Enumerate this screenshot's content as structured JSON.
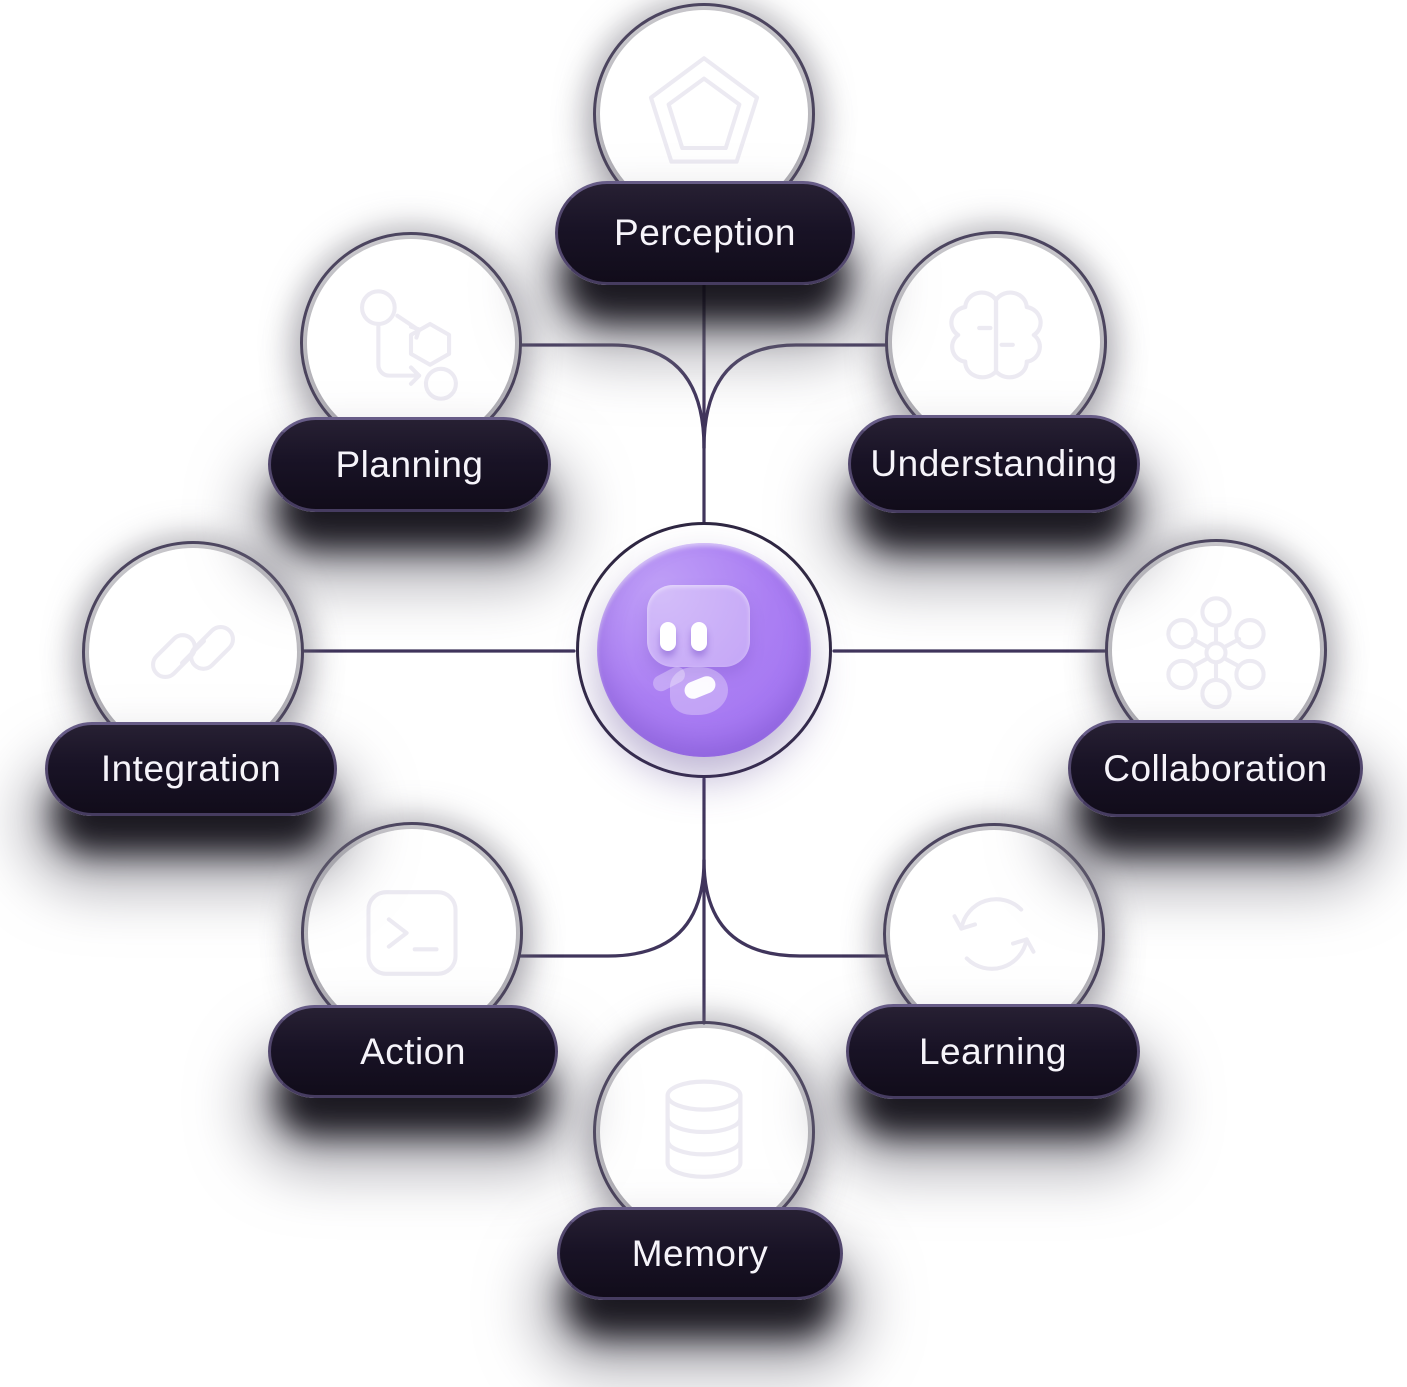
{
  "diagram": {
    "type": "radial-capability-map",
    "center": {
      "name": "ai-agent-hub",
      "icon": "robot-chat-icon",
      "accent_color": "#a87df3"
    },
    "nodes": [
      {
        "id": "perception",
        "label": "Perception",
        "icon": "pentagon-icon",
        "position": "top"
      },
      {
        "id": "planning",
        "label": "Planning",
        "icon": "flowchart-icon",
        "position": "top-left"
      },
      {
        "id": "understanding",
        "label": "Understanding",
        "icon": "brain-icon",
        "position": "top-right"
      },
      {
        "id": "integration",
        "label": "Integration",
        "icon": "link-icon",
        "position": "left"
      },
      {
        "id": "collaboration",
        "label": "Collaboration",
        "icon": "network-icon",
        "position": "right"
      },
      {
        "id": "action",
        "label": "Action",
        "icon": "terminal-icon",
        "position": "bottom-left"
      },
      {
        "id": "learning",
        "label": "Learning",
        "icon": "cycle-icon",
        "position": "bottom-right"
      },
      {
        "id": "memory",
        "label": "Memory",
        "icon": "database-icon",
        "position": "bottom"
      }
    ],
    "colors": {
      "background": "#ffffff",
      "line": "#40355c",
      "ring": "#352b4e",
      "node_fill": "#ffffff",
      "pill_background": "#171021",
      "pill_border": "#53486e",
      "label_text": "#f6f4fa",
      "hub_purple": "#a87df3",
      "icon_stroke": "#eceaf2"
    }
  }
}
